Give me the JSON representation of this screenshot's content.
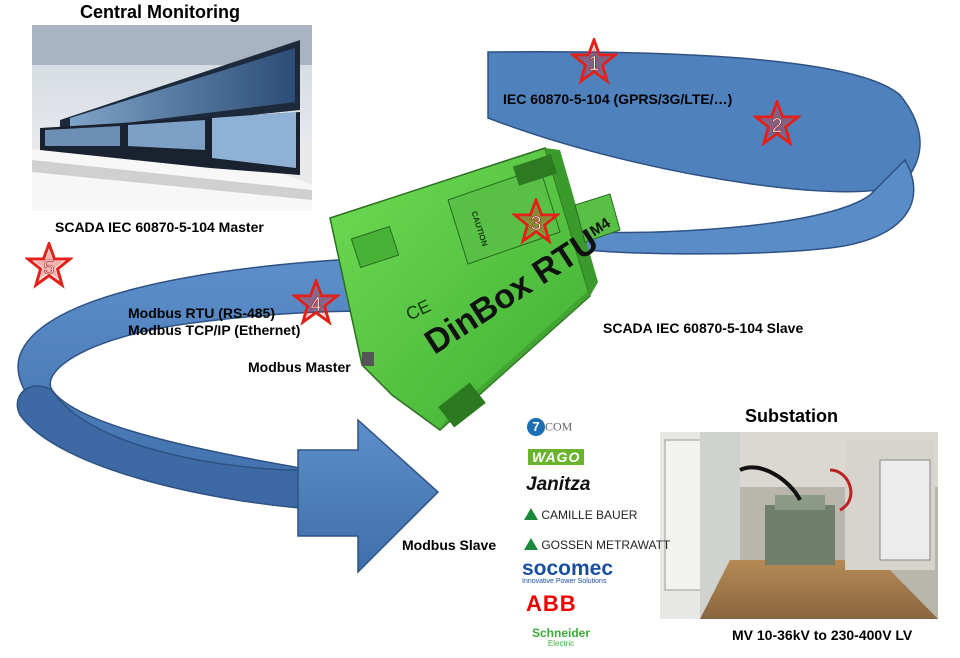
{
  "titles": {
    "central": "Central Monitoring",
    "substation": "Substation"
  },
  "labels": {
    "iec_link": "IEC 60870-5-104 (GPRS/3G/LTE/…)",
    "scada_master": "SCADA IEC 60870-5-104 Master",
    "modbus_rtu": "Modbus RTU (RS-485)",
    "modbus_tcp": "Modbus TCP/IP (Ethernet)",
    "modbus_master": "Modbus Master",
    "scada_slave": "SCADA IEC 60870-5-104 Slave",
    "modbus_slave": "Modbus Slave",
    "voltage": "MV 10-36kV to 230-400V LV"
  },
  "device": {
    "name": "DinBox RTU",
    "superscript": "M4",
    "ce_mark": "CE",
    "caution": "CAUTION"
  },
  "steps": [
    "1",
    "2",
    "3",
    "4",
    "5"
  ],
  "brands": {
    "sevencom": "COM",
    "sevencom_digit": "7",
    "wago": "WAGO",
    "janitza": "Janitza",
    "camille": "CAMILLE BAUER",
    "gossen": "GOSSEN METRAWATT",
    "socomec": "socomec",
    "socomec_tag": "Innovative Power Solutions",
    "abb": "ABB",
    "schneider": "Schneider",
    "schneider_sub": "Electric"
  },
  "colors": {
    "arrow": "#4f81bd",
    "arrow_dark": "#2e5283",
    "device": "#5ec94a",
    "star": "#e32119"
  }
}
